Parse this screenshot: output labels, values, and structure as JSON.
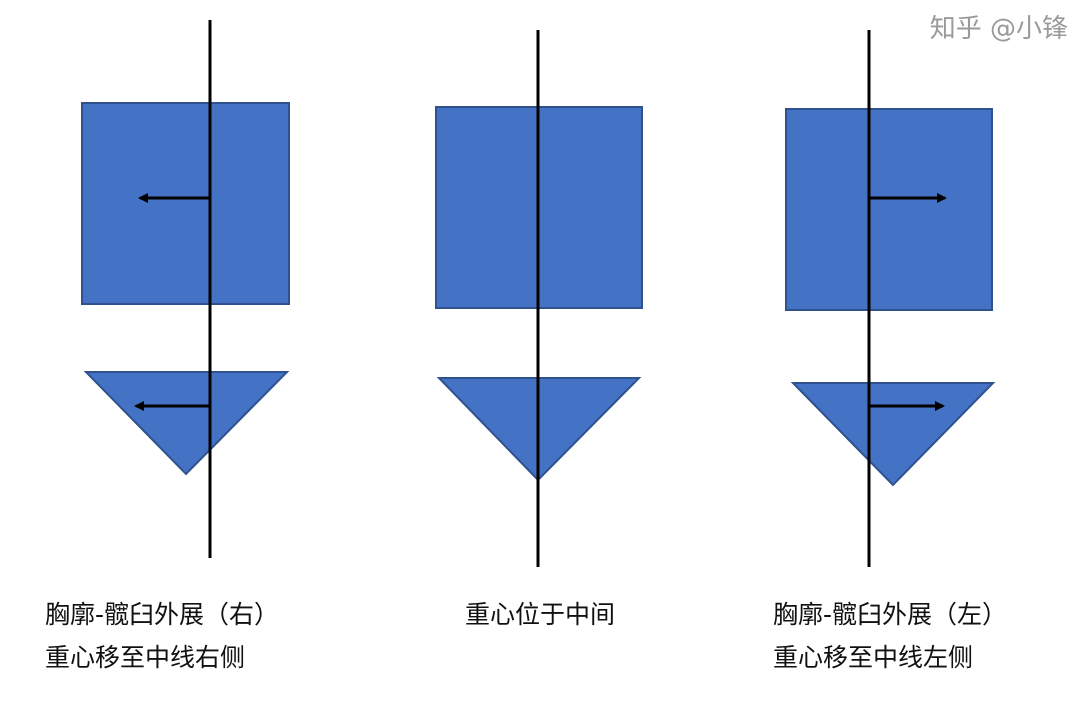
{
  "colors": {
    "shape_fill": "#4472C4",
    "shape_stroke": "#2F528F",
    "line": "#000000"
  },
  "panels": [
    {
      "caption_line1": "胸廓-髋臼外展（右）",
      "caption_line2": "重心移至中线右侧",
      "arrow_direction": "left"
    },
    {
      "caption_line1": "重心位于中间",
      "caption_line2": "",
      "arrow_direction": "none"
    },
    {
      "caption_line1": "胸廓-髋臼外展（左）",
      "caption_line2": "重心移至中线左侧",
      "arrow_direction": "right"
    }
  ],
  "watermark": "知乎 @小锋"
}
